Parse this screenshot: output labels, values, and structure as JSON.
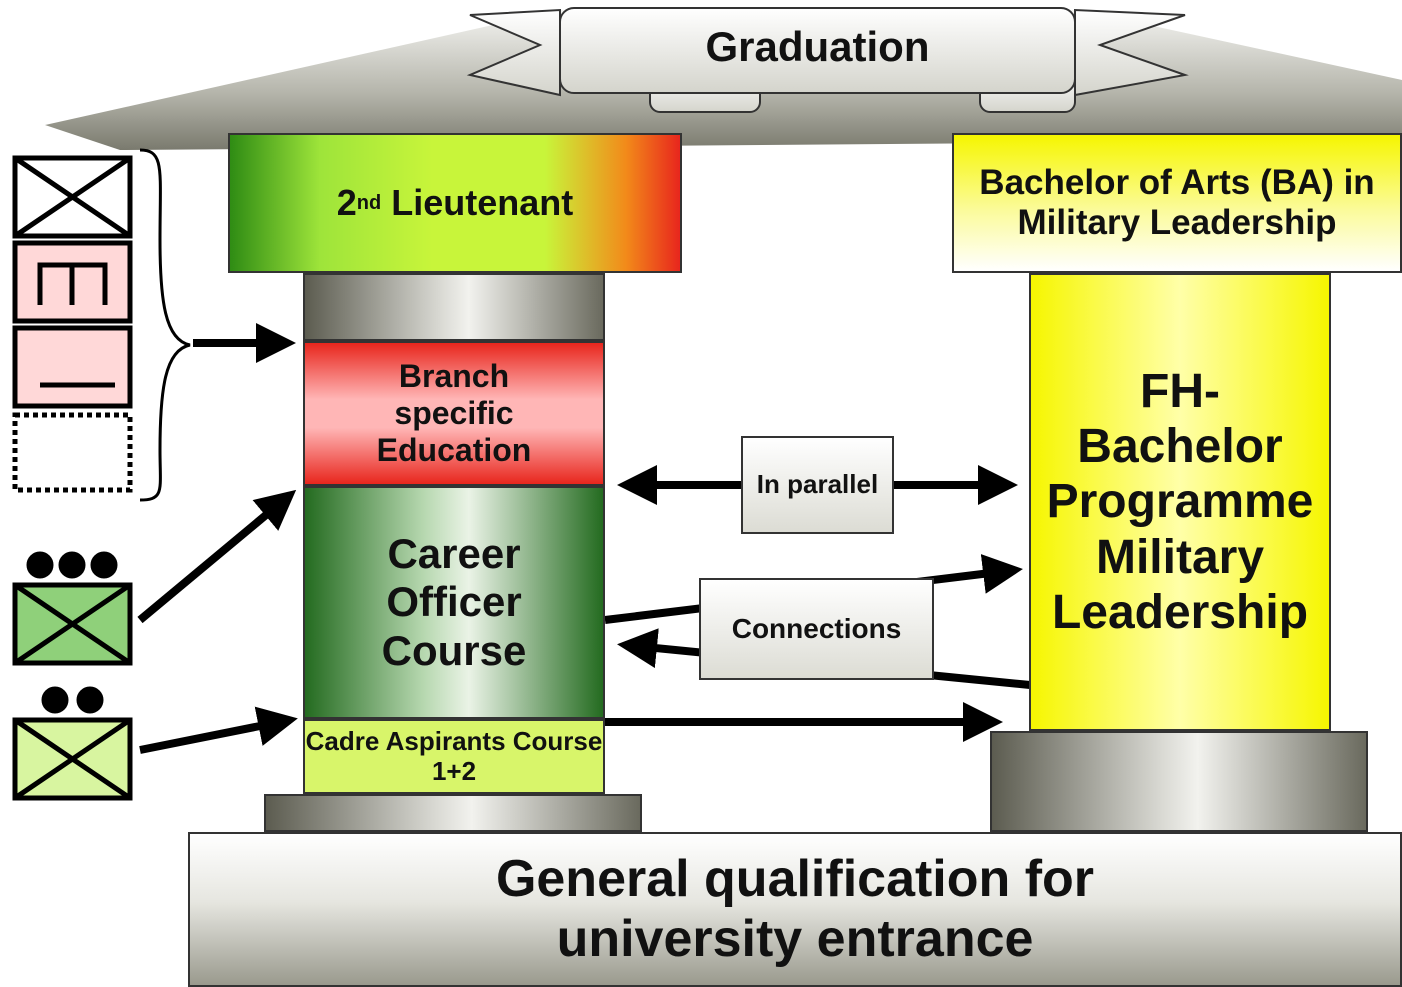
{
  "roof": {
    "banner": "Graduation"
  },
  "left_pillar": {
    "capital_main": "2",
    "capital_sup": "nd",
    "capital_rest": " Lieutenant",
    "branch": "Branch specific Education",
    "career": "Career Officer Course",
    "cadre": "Cadre Aspirants Course 1+2"
  },
  "right_pillar": {
    "capital": "Bachelor of Arts (BA) in Military Leadership",
    "shaft": "FH- Bachelor Programme Military Leadership"
  },
  "links": {
    "parallel": "In parallel",
    "connections": "Connections"
  },
  "foundation": {
    "label": "General qualification for university entrance"
  },
  "colors": {
    "green": "#4aa61e",
    "red": "#e8261d",
    "yellow": "#f6f600",
    "lime": "#d8f56a"
  }
}
